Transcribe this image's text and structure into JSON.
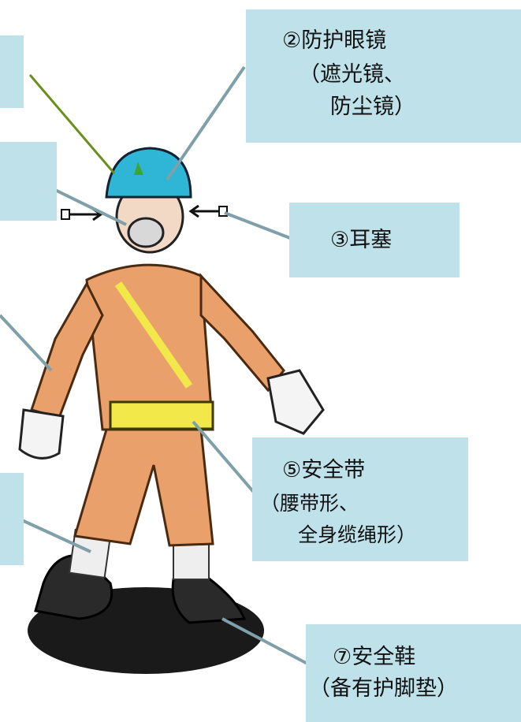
{
  "labels": {
    "goggles": {
      "line1": "②防护眼镜",
      "line2": "（遮光镜、",
      "line3": "防尘镜）"
    },
    "earplugs": {
      "line1": "③耳塞"
    },
    "harness": {
      "line1": "⑤安全带",
      "line2": "（腰带形、",
      "line3": "全身缆绳形）"
    },
    "boots": {
      "line1": "⑦安全鞋",
      "line2": "（备有护脚垫）"
    }
  },
  "colors": {
    "label_box": "#bfe2ea",
    "leader_line": "#7fa0a8",
    "helmet_line": "#6a8f1e",
    "uniform": "#e9a06a",
    "helmet": "#2fb6d6",
    "belt": "#f2e84a"
  }
}
